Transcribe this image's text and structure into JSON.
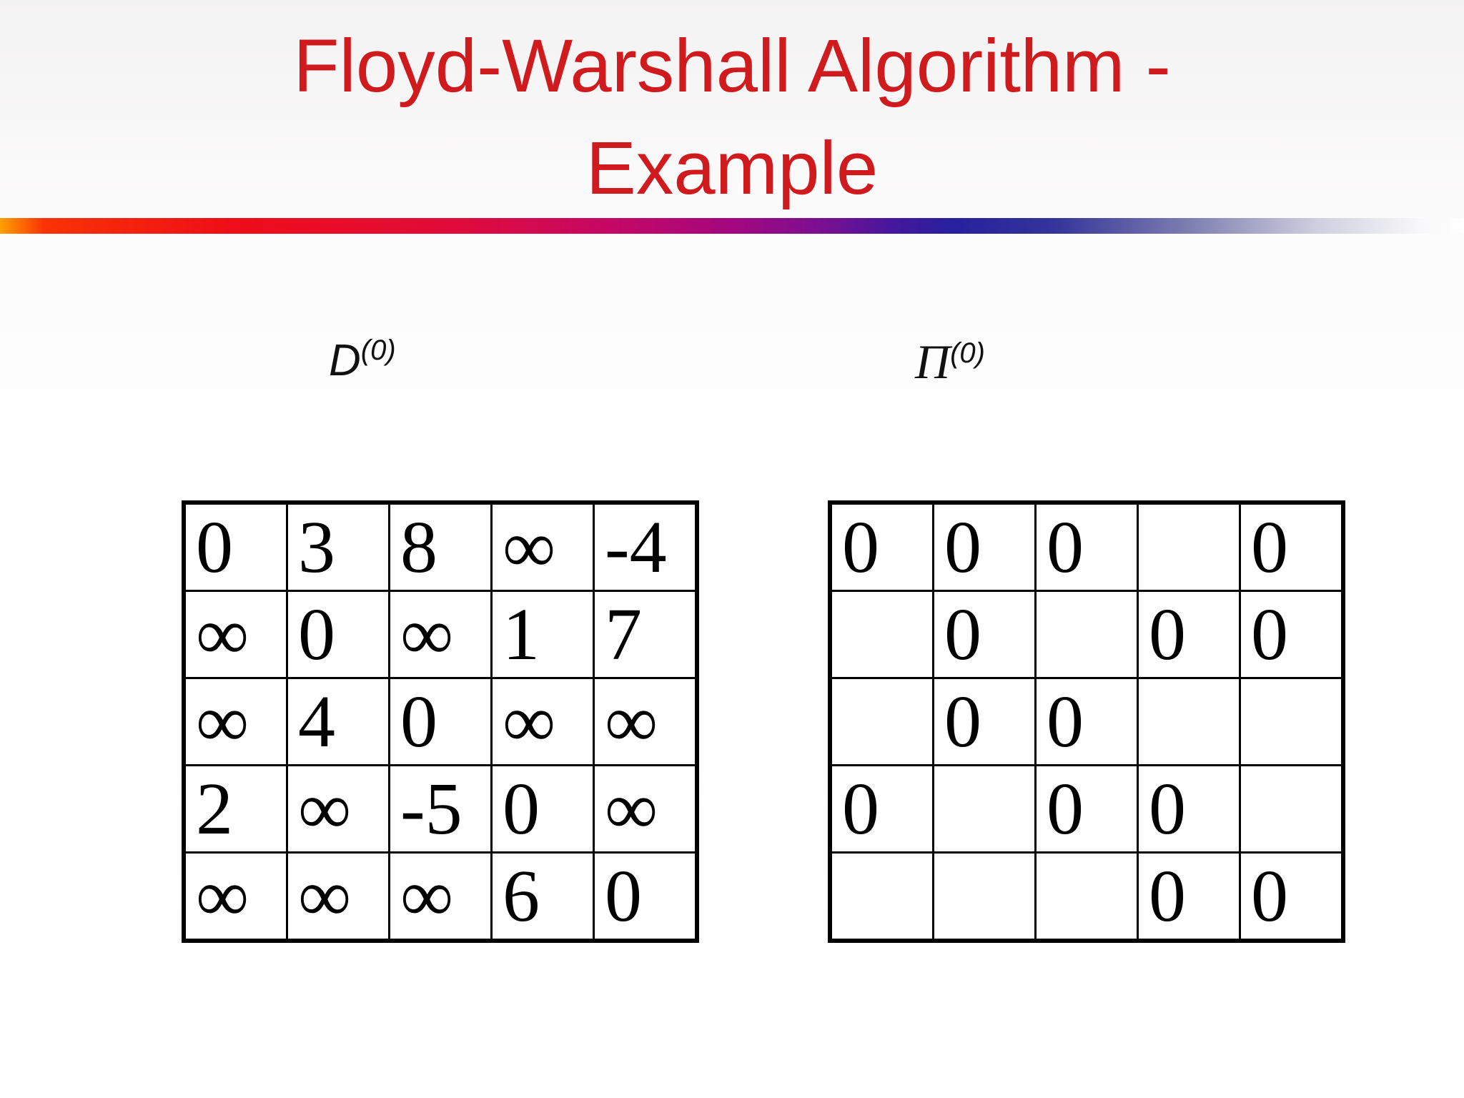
{
  "slide": {
    "title_line1": "Floyd-Warshall Algorithm -",
    "title_line2": "Example"
  },
  "colors": {
    "title_red": "#cf1b1e",
    "divider_orange": "#ffa000",
    "divider_red": "#ee0d18",
    "divider_magenta": "#a3077f",
    "divider_navy": "#28209e",
    "divider_fade_end": "#ffffff",
    "matrix_border": "#000000",
    "matrix_text": "#000000"
  },
  "matrices": [
    {
      "label_base": "D",
      "label_sup": "(0)",
      "rows": [
        [
          "0",
          "3",
          "8",
          "∞",
          "-4"
        ],
        [
          "∞",
          "0",
          "∞",
          "1",
          "7"
        ],
        [
          "∞",
          "4",
          "0",
          "∞",
          "∞"
        ],
        [
          "2",
          "∞",
          "-5",
          "0",
          "∞"
        ],
        [
          "∞",
          "∞",
          "∞",
          "6",
          "0"
        ]
      ]
    },
    {
      "label_base": "Π",
      "label_sup": "(0)",
      "rows": [
        [
          "0",
          "0",
          "0",
          "",
          "0"
        ],
        [
          "",
          "0",
          "",
          "0",
          "0"
        ],
        [
          "",
          "0",
          "0",
          "",
          ""
        ],
        [
          "0",
          "",
          "0",
          "0",
          ""
        ],
        [
          "",
          "",
          "",
          "0",
          "0"
        ]
      ]
    }
  ]
}
